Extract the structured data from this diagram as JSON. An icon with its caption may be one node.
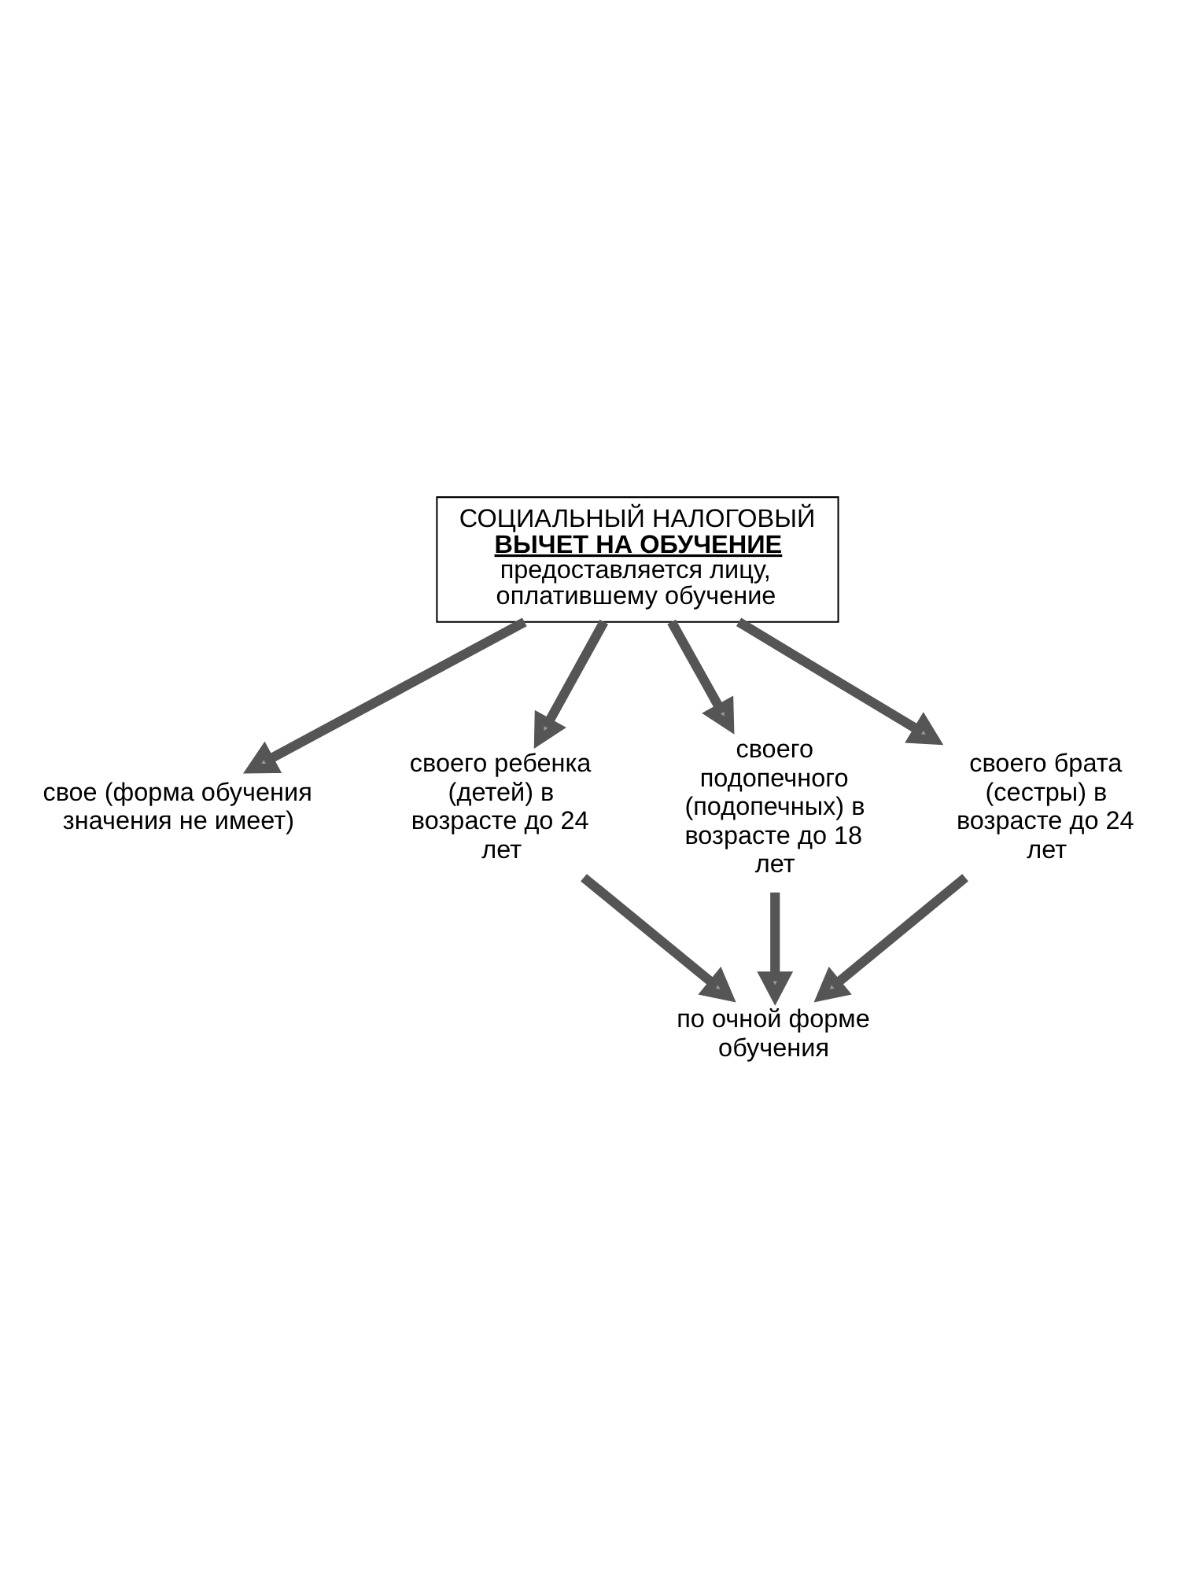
{
  "diagram": {
    "nodes": [
      {
        "text": [
          "СОЦИАЛЬНЫЙ НАЛОГОВЫЙ",
          "ВЫЧЕТ НА ОБУЧЕНИЕ",
          "предоставляется лицу, оплатившему обучение"
        ]
      },
      {
        "text": [
          "свое (форма обучения значения не имеет)"
        ]
      },
      {
        "text": [
          "своего ребенка (детей) в возрасте до 24 лет"
        ]
      },
      {
        "text": [
          "своего подопечного (подопечных) в возрасте до 18 лет"
        ]
      },
      {
        "text": [
          "своего брата (сестры) в возрасте до 24 лет"
        ]
      },
      {
        "text": [
          "по очной форме обучения"
        ]
      }
    ],
    "edges": [
      {
        "from": 0,
        "to": 1,
        "arrow": "to"
      },
      {
        "from": 0,
        "to": 2,
        "arrow": "to"
      },
      {
        "from": 0,
        "to": 3,
        "arrow": "to"
      },
      {
        "from": 0,
        "to": 4,
        "arrow": "to"
      },
      {
        "from": 2,
        "to": 5,
        "arrow": "to"
      },
      {
        "from": 3,
        "to": 5,
        "arrow": "to"
      },
      {
        "from": 4,
        "to": 5,
        "arrow": "to"
      }
    ]
  }
}
